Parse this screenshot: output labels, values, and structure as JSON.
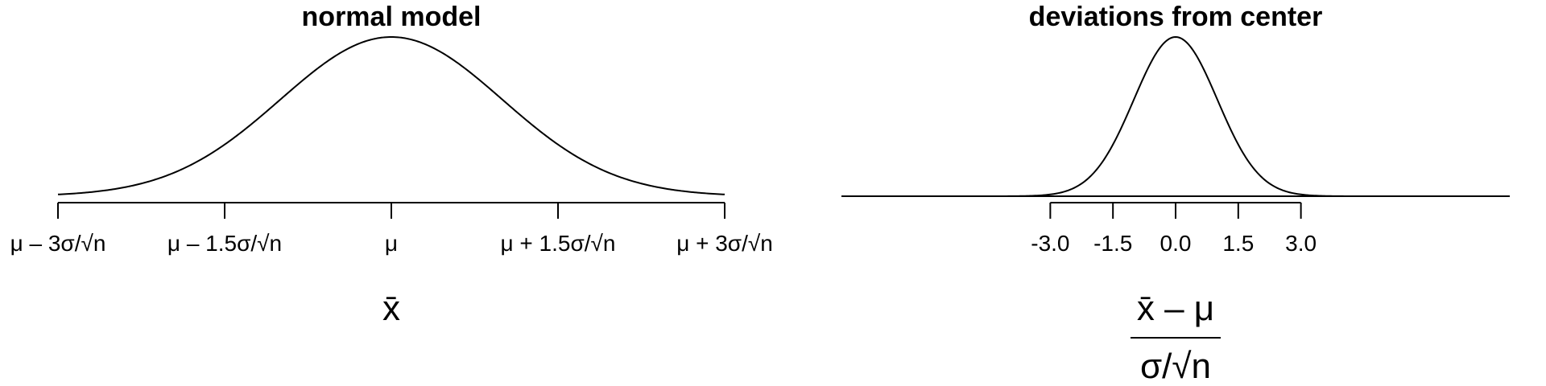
{
  "chart_data": [
    {
      "type": "line",
      "title": "normal model",
      "xlabel": "x̄",
      "x_ticks": [
        -3,
        -1.5,
        0,
        1.5,
        3
      ],
      "tick_labels": [
        "μ – 3σ/√n",
        "μ – 1.5σ/√n",
        "μ",
        "μ + 1.5σ/√n",
        "μ + 3σ/√n"
      ],
      "xlim": [
        -3,
        3
      ],
      "curve": "normal density (mean 0, sd 1)",
      "grid": false
    },
    {
      "type": "line",
      "title": "deviations from center",
      "xlabel_numerator": "x̄ – μ",
      "xlabel_denominator": "σ/√n",
      "x_ticks": [
        -3,
        -1.5,
        0,
        1.5,
        3
      ],
      "tick_labels": [
        "-3.0",
        "-1.5",
        "0.0",
        "1.5",
        "3.0"
      ],
      "xlim": [
        -8,
        8
      ],
      "curve": "normal density (mean 0, sd 1)",
      "grid": false
    }
  ]
}
